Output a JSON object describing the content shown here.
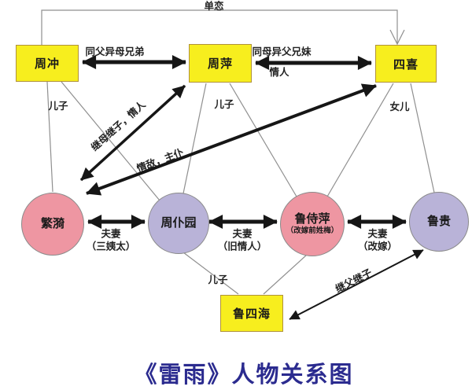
{
  "title": "《雷雨》人物关系图",
  "colors": {
    "box_fill": "#f7ee1e",
    "circle_pink": "#ee96a2",
    "circle_lavender": "#b9b3d8",
    "arrow_color": "#161616",
    "thin_line_color": "#8f8f8f",
    "title_color": "#2b2b8f"
  },
  "nodes": {
    "zhouchong": {
      "label": "周冲"
    },
    "zhouping": {
      "label": "周萍"
    },
    "sixi": {
      "label": "四喜"
    },
    "lusihai": {
      "label": "鲁四海"
    },
    "fanyi": {
      "label": "繁漪"
    },
    "zhoupuyuan": {
      "label": "周仆园"
    },
    "lushiping": {
      "label": "鲁侍萍",
      "sublabel": "（改嫁前姓梅）"
    },
    "lugui": {
      "label": "鲁贵"
    }
  },
  "edge_labels": {
    "unrequited_love": "单恋",
    "half_brothers_same_father": "同父异母兄弟",
    "half_siblings_same_mother": "同母异父兄妹",
    "lovers": "情人",
    "son_zhouchong": "儿子",
    "stepmother_stepson_lovers": "继母继子，情人",
    "son_zhouping": "儿子",
    "rivals_master_servant": "情敌，主仆",
    "daughter": "女儿",
    "couple_fanyi_zhoupuyuan": "夫妻",
    "couple_fanyi_zhoupuyuan_note": "（三姨太）",
    "couple_zhoupuyuan_lushiping": "夫妻",
    "couple_zhoupuyuan_lushiping_note": "（旧情人）",
    "couple_lushiping_lugui": "夫妻",
    "couple_lushiping_lugui_note": "（改嫁）",
    "son_lusihai": "儿子",
    "stepfather_stepson": "继父继子"
  }
}
